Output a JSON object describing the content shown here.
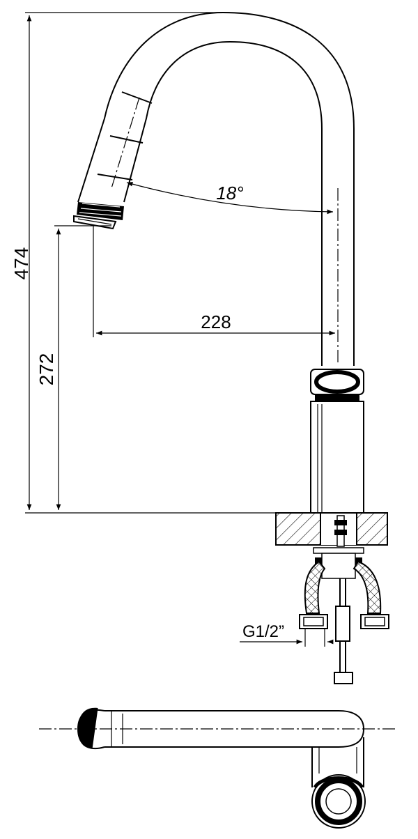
{
  "dimensions": {
    "total_height": "474",
    "spout_height": "272",
    "reach": "228",
    "angle": "18°",
    "thread": "G1/2”"
  }
}
